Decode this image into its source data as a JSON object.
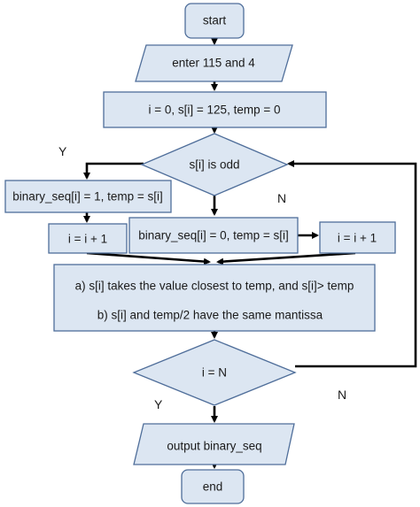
{
  "nodes": {
    "start": "start",
    "input": "enter 115 and 4",
    "init": "i = 0, s[i] = 125, temp = 0",
    "cond_odd": "s[i] is odd",
    "branch_yes": "binary_seq[i] = 1, temp = s[i]",
    "inc_left": "i = i + 1",
    "branch_no": "binary_seq[i] = 0, temp = s[i]",
    "inc_right": "i = i + 1",
    "rule_a": "a)    s[i] takes the value closest to temp, and s[i]> temp",
    "rule_b": "b)    s[i] and temp/2 have the same mantissa",
    "cond_n": "i = N",
    "output": "output binary_seq",
    "end": "end"
  },
  "labels": {
    "odd_yes": "Y",
    "odd_no": "N",
    "n_yes": "Y",
    "n_no": "N"
  }
}
